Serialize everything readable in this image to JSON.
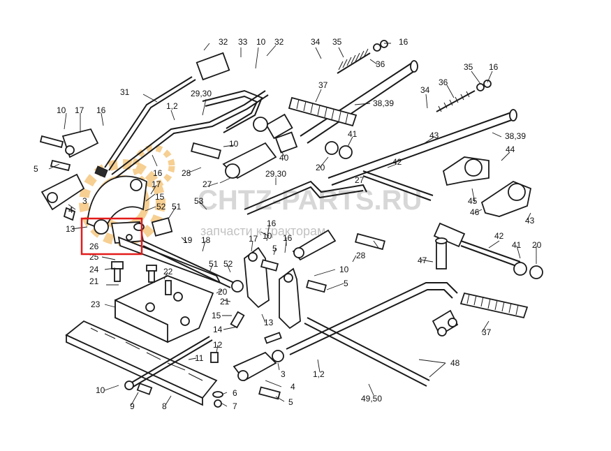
{
  "watermark": {
    "brand": "CHTZ-PARTS.RU",
    "tagline": "запчасти к тракторам"
  },
  "highlight": {
    "label": "26",
    "color": "#e31b1b"
  },
  "callouts": [
    {
      "id": "c32a",
      "text": "32"
    },
    {
      "id": "c33",
      "text": "33"
    },
    {
      "id": "c10a",
      "text": "10"
    },
    {
      "id": "c32b",
      "text": "32"
    },
    {
      "id": "c34a",
      "text": "34"
    },
    {
      "id": "c35a",
      "text": "35"
    },
    {
      "id": "c16a",
      "text": "16"
    },
    {
      "id": "c36a",
      "text": "36"
    },
    {
      "id": "c31",
      "text": "31"
    },
    {
      "id": "c2930a",
      "text": "29,30"
    },
    {
      "id": "c37a",
      "text": "37"
    },
    {
      "id": "c3839a",
      "text": "38,39"
    },
    {
      "id": "c35b",
      "text": "35"
    },
    {
      "id": "c16b",
      "text": "16"
    },
    {
      "id": "c36b",
      "text": "36"
    },
    {
      "id": "c34b",
      "text": "34"
    },
    {
      "id": "c10b",
      "text": "10"
    },
    {
      "id": "c17a",
      "text": "17"
    },
    {
      "id": "c16c",
      "text": "16"
    },
    {
      "id": "c12a",
      "text": "1,2"
    },
    {
      "id": "c3839b",
      "text": "38,39"
    },
    {
      "id": "c5a",
      "text": "5"
    },
    {
      "id": "c10c",
      "text": "10"
    },
    {
      "id": "c41a",
      "text": "41"
    },
    {
      "id": "c43a",
      "text": "43"
    },
    {
      "id": "c40",
      "text": "40"
    },
    {
      "id": "c20a",
      "text": "20"
    },
    {
      "id": "c44",
      "text": "44"
    },
    {
      "id": "c16d",
      "text": "16"
    },
    {
      "id": "c28a",
      "text": "28"
    },
    {
      "id": "c27a",
      "text": "27"
    },
    {
      "id": "c2930b",
      "text": "29,30"
    },
    {
      "id": "c42a",
      "text": "42"
    },
    {
      "id": "c17b",
      "text": "17"
    },
    {
      "id": "c27b",
      "text": "27"
    },
    {
      "id": "c15a",
      "text": "15"
    },
    {
      "id": "c4a",
      "text": "4"
    },
    {
      "id": "c3a",
      "text": "3"
    },
    {
      "id": "c52a",
      "text": "52"
    },
    {
      "id": "c51a",
      "text": "51"
    },
    {
      "id": "c53",
      "text": "53"
    },
    {
      "id": "c45",
      "text": "45"
    },
    {
      "id": "c46",
      "text": "46"
    },
    {
      "id": "c43b",
      "text": "43"
    },
    {
      "id": "c13a",
      "text": "13"
    },
    {
      "id": "c26",
      "text": "26"
    },
    {
      "id": "c10d",
      "text": "10"
    },
    {
      "id": "c16e",
      "text": "16"
    },
    {
      "id": "c19",
      "text": "19"
    },
    {
      "id": "c18",
      "text": "18"
    },
    {
      "id": "c17c",
      "text": "17"
    },
    {
      "id": "c5b",
      "text": "5"
    },
    {
      "id": "c16f",
      "text": "16"
    },
    {
      "id": "c42b",
      "text": "42"
    },
    {
      "id": "c25",
      "text": "25"
    },
    {
      "id": "c47",
      "text": "47"
    },
    {
      "id": "c41b",
      "text": "41"
    },
    {
      "id": "c20b",
      "text": "20"
    },
    {
      "id": "c24",
      "text": "24"
    },
    {
      "id": "c22",
      "text": "22"
    },
    {
      "id": "c51b",
      "text": "51"
    },
    {
      "id": "c52b",
      "text": "52"
    },
    {
      "id": "c28b",
      "text": "28"
    },
    {
      "id": "c21a",
      "text": "21"
    },
    {
      "id": "c20c",
      "text": "20"
    },
    {
      "id": "c21b",
      "text": "21"
    },
    {
      "id": "c10e",
      "text": "10"
    },
    {
      "id": "c5c",
      "text": "5"
    },
    {
      "id": "c23",
      "text": "23"
    },
    {
      "id": "c15b",
      "text": "15"
    },
    {
      "id": "c13b",
      "text": "13"
    },
    {
      "id": "c14",
      "text": "14"
    },
    {
      "id": "c37b",
      "text": "37"
    },
    {
      "id": "c12b",
      "text": "12"
    },
    {
      "id": "c11",
      "text": "11"
    },
    {
      "id": "c3b",
      "text": "3"
    },
    {
      "id": "c48",
      "text": "48"
    },
    {
      "id": "c12c",
      "text": "1,2"
    },
    {
      "id": "c4b",
      "text": "4"
    },
    {
      "id": "c10f",
      "text": "10"
    },
    {
      "id": "c6",
      "text": "6"
    },
    {
      "id": "c9",
      "text": "9"
    },
    {
      "id": "c8",
      "text": "8"
    },
    {
      "id": "c7",
      "text": "7"
    },
    {
      "id": "c5d",
      "text": "5"
    },
    {
      "id": "c4950",
      "text": "49,50"
    }
  ]
}
